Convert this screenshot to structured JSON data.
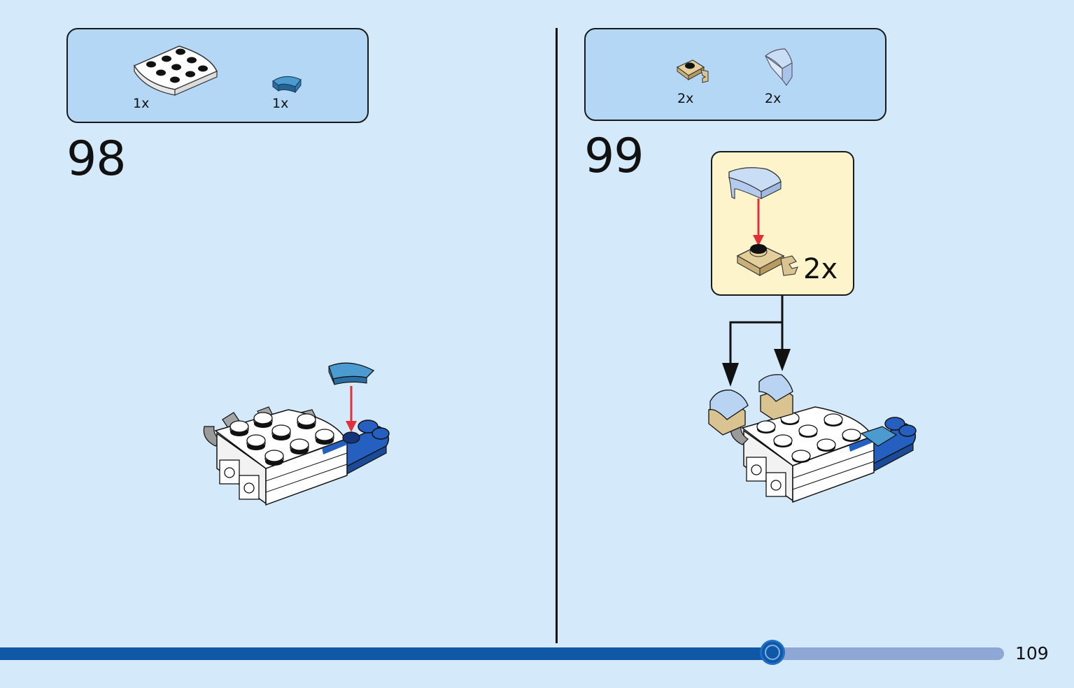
{
  "steps": [
    {
      "number": "98",
      "parts": [
        {
          "name": "plate-round-corner-3x3",
          "color": "#ffffff",
          "qty": "1x"
        },
        {
          "name": "tile-quarter-round-1x1",
          "color": "#3a8cc4",
          "qty": "1x"
        }
      ]
    },
    {
      "number": "99",
      "parts": [
        {
          "name": "plate-1x1-clip",
          "color": "#d9c391",
          "qty": "2x"
        },
        {
          "name": "slope-curved-1x1",
          "color": "#b9d3f2",
          "qty": "2x"
        }
      ],
      "subassembly": {
        "qty": "2x"
      }
    }
  ],
  "colors": {
    "page_background": "#d4eafa",
    "parts_box": "#b3d7f4",
    "subassembly_box": "#fdf4cc",
    "arrow_red": "#e0313a",
    "progress_fill": "#0e58a6",
    "progress_track": "#8fa7d4"
  },
  "progress": {
    "fraction": 0.769
  },
  "page_number": "109"
}
